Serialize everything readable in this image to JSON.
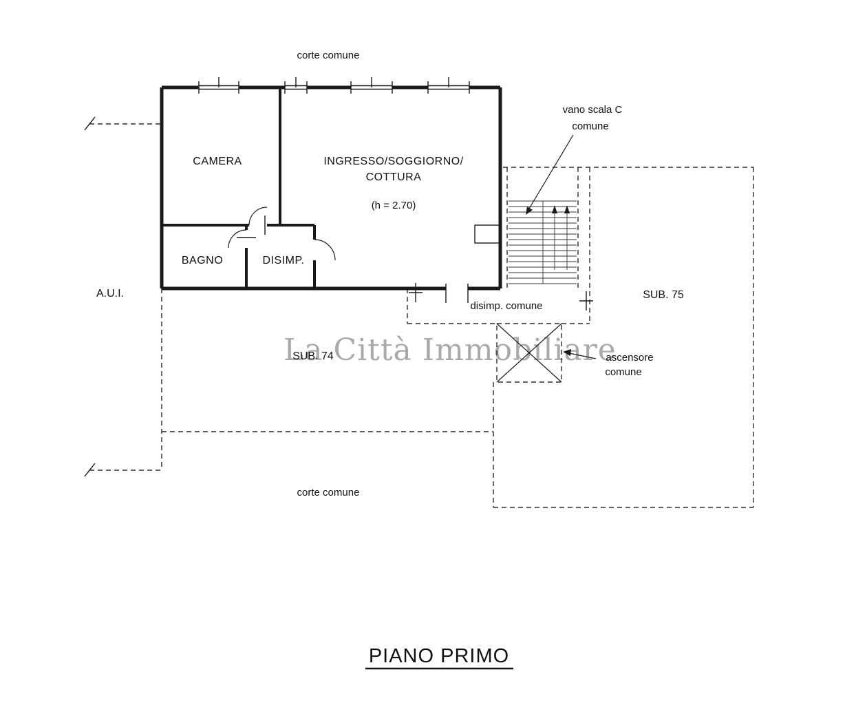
{
  "document": {
    "title": "PIANO PRIMO",
    "watermark": "La Città Immobiliare"
  },
  "labels": {
    "corte_top": "corte comune",
    "corte_bottom": "corte comune",
    "aui": "A.U.I.",
    "sub74": "SUB. 74",
    "sub75": "SUB. 75",
    "disimp_comune": "disimp. comune",
    "vano_scala_1": "vano scala C",
    "vano_scala_2": "comune",
    "ascensore_1": "ascensore",
    "ascensore_2": "comune"
  },
  "rooms": {
    "camera": "CAMERA",
    "ingresso_1": "INGRESSO/SOGGIORNO/",
    "ingresso_2": "COTTURA",
    "ingresso_h": "(h = 2.70)",
    "bagno": "BAGNO",
    "disimp": "DISIMP."
  }
}
